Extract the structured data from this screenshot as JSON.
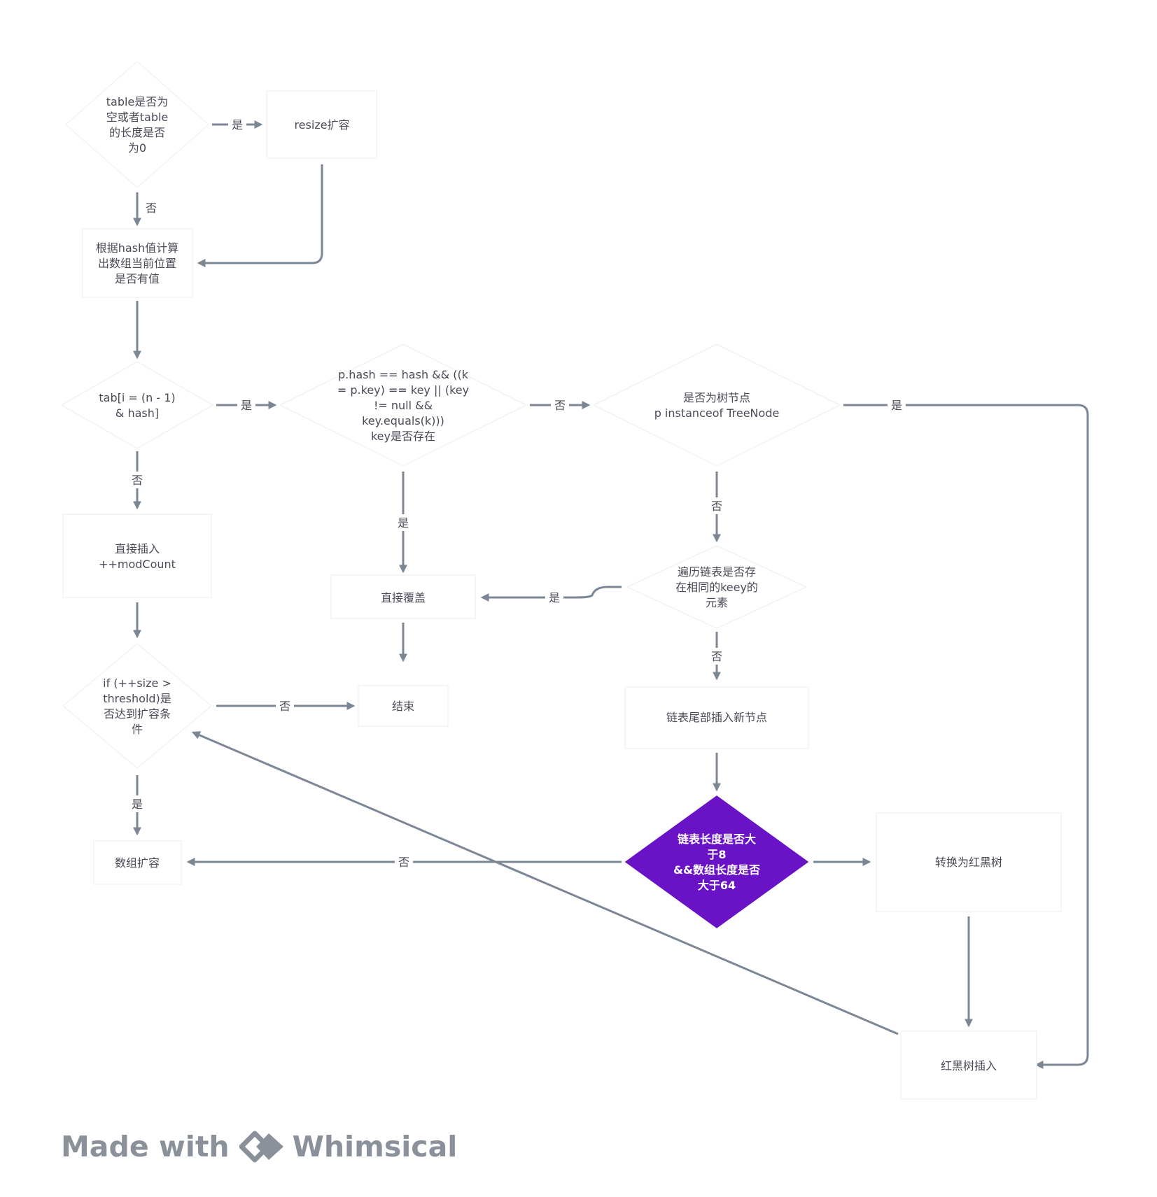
{
  "nodes": {
    "n_table_check": "table是否为\n空或者table\n的长度是否\n为0",
    "n_resize": "resize扩容",
    "n_hash_check": "根据hash值计算\n出数组当前位置\n是否有值",
    "n_tab": "tab[i = (n - 1)\n& hash]",
    "n_key_exists": "p.hash == hash && ((k\n= p.key) == key || (key\n!= null &&\nkey.equals(k)))\nkey是否存在",
    "n_tree_node": "是否为树节点\np instanceof TreeNode",
    "n_insert": "直接插入\n++modCount",
    "n_traverse": "遍历链表是否存\n在相同的keey的\n元素",
    "n_override": "直接覆盖",
    "n_size_check": "if (++size >\nthreshold)是\n否达到扩容条\n件",
    "n_end": "结束",
    "n_tail_insert": "链表尾部插入新节点",
    "n_len_check": "链表长度是否大\n于8\n&&数组长度是否\n大于64",
    "n_array_resize": "数组扩容",
    "n_to_rbtree": "转换为红黑树",
    "n_rb_insert": "红黑树插入"
  },
  "edge_labels": {
    "yes": "是",
    "no": "否"
  },
  "colors": {
    "connector": "#7c8795",
    "highlight": "#6a12c6",
    "text": "#4a4a58"
  },
  "watermark": {
    "made_with": "Made with",
    "brand": "Whimsical"
  }
}
